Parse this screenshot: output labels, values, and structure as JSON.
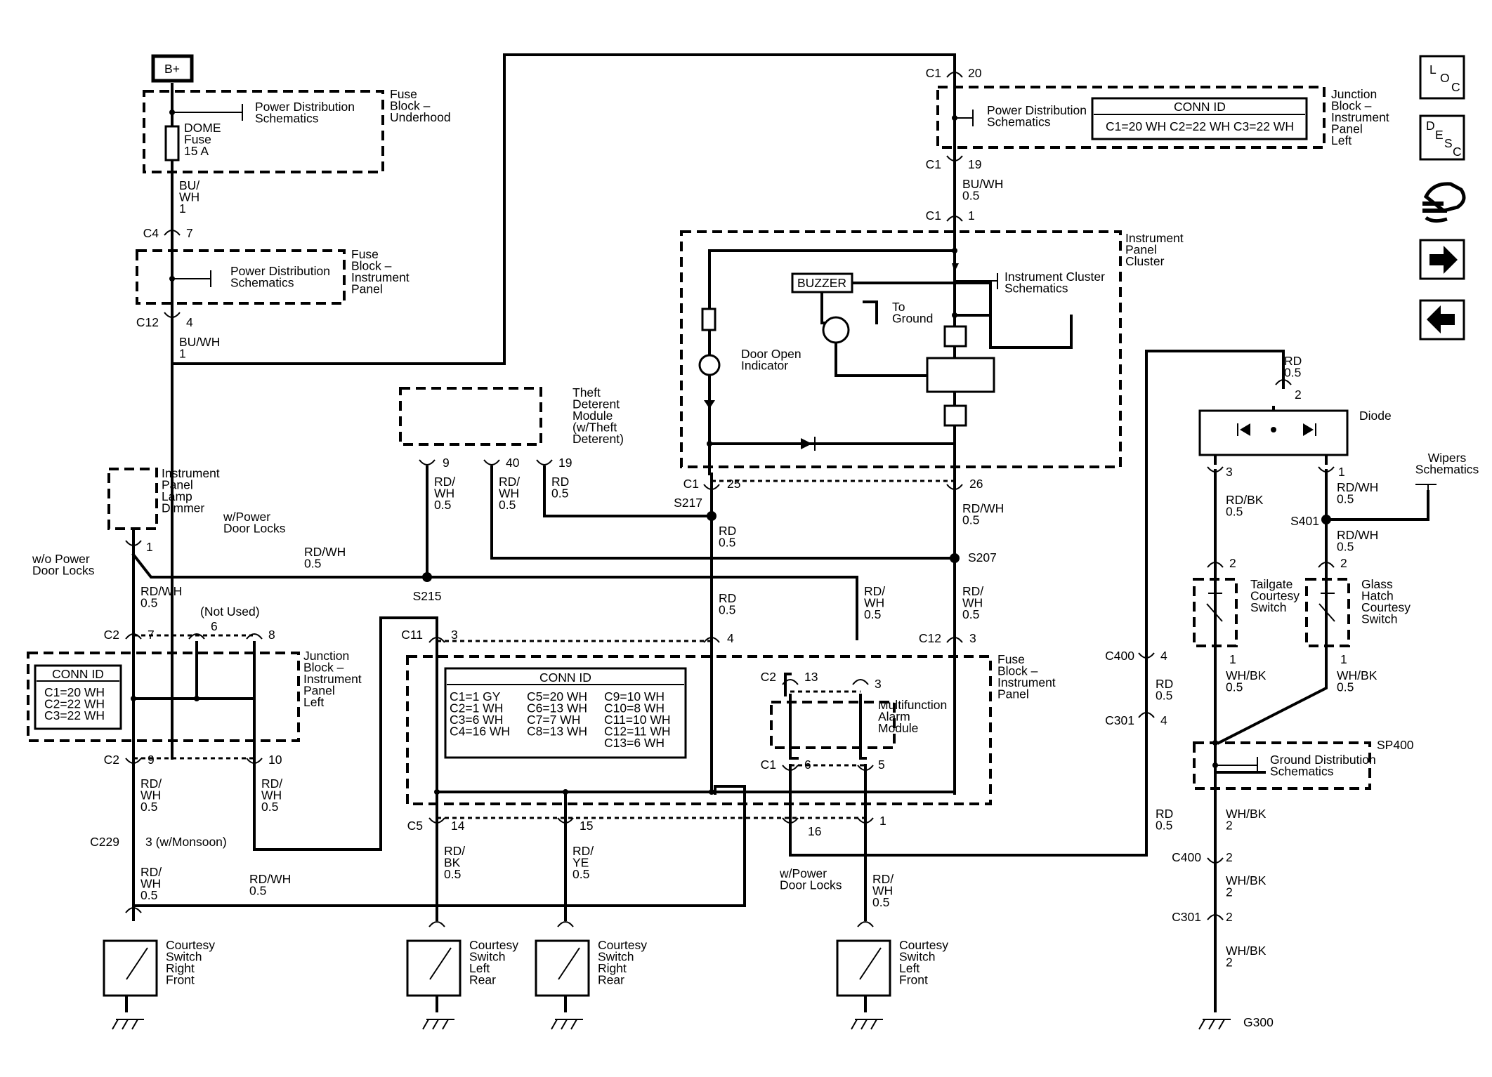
{
  "battery": "B+",
  "fuse_underhood": {
    "title": [
      "Fuse",
      "Block –",
      "Underhood"
    ],
    "link": [
      "Power Distribution",
      "Schematics"
    ],
    "fuse": [
      "DOME",
      "Fuse",
      "15 A"
    ]
  },
  "fuse_ip_top": {
    "title": [
      "Fuse",
      "Block –",
      "Instrument",
      "Panel"
    ],
    "link": [
      "Power Distribution",
      "Schematics"
    ]
  },
  "wires": {
    "w_buwh1": [
      "BU/",
      "WH",
      "1"
    ],
    "w_buwh1b": [
      "BU/WH",
      "1"
    ],
    "w_buwh05": [
      "BU/WH",
      "0.5"
    ],
    "w_rdwh_tdm9": [
      "RD/",
      "WH",
      "0.5"
    ],
    "w_rdwh_tdm40": [
      "RD/",
      "WH",
      "0.5"
    ],
    "w_rd_tdm19": [
      "RD",
      "0.5"
    ],
    "w_rd_s217": [
      "RD",
      "0.5"
    ],
    "w_rdwh_26": [
      "RD/WH",
      "0.5"
    ],
    "w_rdwh_horiz": [
      "RD/WH",
      "0.5"
    ],
    "w_rd_c11_4": [
      "RD",
      "0.5"
    ],
    "w_rdwh_mfa": [
      "RD/",
      "WH",
      "0.5"
    ],
    "w_rdwh_c12": [
      "RD/",
      "WH",
      "0.5"
    ],
    "w_rdwh_dimmer": [
      "RD/WH",
      "0.5"
    ],
    "w_rdwh_c2_9": [
      "RD/",
      "WH",
      "0.5"
    ],
    "w_rdwh_c2_10": [
      "RD/",
      "WH",
      "0.5"
    ],
    "w_rdwh_c229": [
      "RD/",
      "WH",
      "0.5"
    ],
    "w_rdwh_bottom": [
      "RD/WH",
      "0.5"
    ],
    "w_rdbk_c5": [
      "RD/",
      "BK",
      "0.5"
    ],
    "w_rdye_c5": [
      "RD/",
      "YE",
      "0.5"
    ],
    "w_rdwh_c5_1": [
      "RD/",
      "WH",
      "0.5"
    ],
    "w_rd_diode": [
      "RD",
      "0.5"
    ],
    "w_rdbk_diode": [
      "RD/BK",
      "0.5"
    ],
    "w_rdwh_diode1": [
      "RD/WH",
      "0.5"
    ],
    "w_rdwh_s401": [
      "RD/WH",
      "0.5"
    ],
    "w_rd_c400": [
      "RD",
      "0.5"
    ],
    "w_rd_c301": [
      "RD",
      "0.5"
    ],
    "w_whbk_tg": [
      "WH/BK",
      "0.5"
    ],
    "w_whbk_gh": [
      "WH/BK",
      "0.5"
    ],
    "w_whbk_sp400": [
      "WH/BK",
      "2"
    ],
    "w_whbk_c400": [
      "WH/BK",
      "2"
    ],
    "w_whbk_c301": [
      "WH/BK",
      "2"
    ]
  },
  "connectors": {
    "c1_20": [
      "C1",
      "20"
    ],
    "c1_19": [
      "C1",
      "19"
    ],
    "c1_1": [
      "C1",
      "1"
    ],
    "c4_7": [
      "C4",
      "7"
    ],
    "c12_4": [
      "C12",
      "4"
    ],
    "c1_25": [
      "C1",
      "25"
    ],
    "c1_26": [
      "",
      "26"
    ],
    "c2_7": [
      "C2",
      "7"
    ],
    "c2_6": [
      "",
      "6"
    ],
    "c2_8": [
      "",
      "8"
    ],
    "c2_9": [
      "C2",
      "9"
    ],
    "c2_10": [
      "",
      "10"
    ],
    "c229": [
      "C229",
      "3 (w/Monsoon)"
    ],
    "c11_3": [
      "C11",
      "3"
    ],
    "c11_4": [
      "",
      "4"
    ],
    "c12_3": [
      "C12",
      "3"
    ],
    "c2_13": [
      "C2",
      "13"
    ],
    "mfa_3": [
      "",
      "3"
    ],
    "c1_6": [
      "C1",
      "6"
    ],
    "c1_5": [
      "",
      "5"
    ],
    "c5_14": [
      "C5",
      "14"
    ],
    "c5_15": [
      "",
      "15"
    ],
    "c5_16": [
      "",
      "16"
    ],
    "c5_1": [
      "",
      "1"
    ],
    "tdm_9": [
      "",
      "9"
    ],
    "tdm_40": [
      "",
      "40"
    ],
    "tdm_19": [
      "",
      "19"
    ],
    "dimmer_1": [
      "",
      "1"
    ],
    "diode_2": [
      "",
      "2"
    ],
    "diode_3": [
      "",
      "3"
    ],
    "diode_1": [
      "",
      "1"
    ],
    "tg_2": [
      "",
      "2"
    ],
    "tg_1": [
      "",
      "1"
    ],
    "gh_2": [
      "",
      "2"
    ],
    "gh_1": [
      "",
      "1"
    ],
    "c400_4": [
      "C400",
      "4"
    ],
    "c301_4": [
      "C301",
      "4"
    ],
    "c400_2": [
      "C400",
      "2"
    ],
    "c301_2": [
      "C301",
      "2"
    ]
  },
  "splices": [
    "S217",
    "S207",
    "S215",
    "S401",
    "SP400"
  ],
  "junction_block_top": {
    "title": [
      "Junction",
      "Block –",
      "Instrument",
      "Panel",
      "Left"
    ],
    "link": [
      "Power Distribution",
      "Schematics"
    ],
    "conn_id_title": "CONN ID",
    "conn_id": "C1=20 WH   C2=22 WH   C3=22 WH"
  },
  "cluster": {
    "title": [
      "Instrument",
      "Panel",
      "Cluster"
    ],
    "buzzer": "BUZZER",
    "link": [
      "Instrument Cluster",
      "Schematics"
    ],
    "ground": [
      "To",
      "Ground"
    ],
    "indicator": [
      "Door Open",
      "Indicator"
    ]
  },
  "theft_module": [
    "Theft",
    "Deterent",
    "Module",
    "(w/Theft",
    "Deterent)"
  ],
  "dimmer": [
    "Instrument",
    "Panel",
    "Lamp",
    "Dimmer"
  ],
  "notes": {
    "wpdl_1": [
      "w/Power",
      "Door Locks"
    ],
    "wopdl": [
      "w/o Power",
      "Door Locks"
    ],
    "wpdl_2": [
      "w/Power",
      "Door Locks"
    ],
    "not_used": "(Not Used)"
  },
  "junction_block_left": {
    "title": [
      "Junction",
      "Block –",
      "Instrument",
      "Panel",
      "Left"
    ],
    "conn_id_title": "CONN ID",
    "conn_id": [
      "C1=20 WH",
      "C2=22 WH",
      "C3=22 WH"
    ]
  },
  "fuse_ip_main": {
    "title": [
      "Fuse",
      "Block –",
      "Instrument",
      "Panel"
    ],
    "conn_id_title": "CONN ID",
    "conn_id_cols": [
      [
        "C1=1 GY",
        "C2=1 WH",
        "C3=6 WH",
        "C4=16 WH"
      ],
      [
        "C5=20 WH",
        "C6=13 WH",
        "C7=7 WH",
        "C8=13 WH"
      ],
      [
        "C9=10 WH",
        "C10=8 WH",
        "C11=10 WH",
        "C12=11 WH",
        "C13=6 WH"
      ]
    ]
  },
  "mfa_module": [
    "Multifunction",
    "Alarm",
    "Module"
  ],
  "switches": {
    "rf": [
      "Courtesy",
      "Switch",
      "Right",
      "Front"
    ],
    "lr": [
      "Courtesy",
      "Switch",
      "Left",
      "Rear"
    ],
    "rr": [
      "Courtesy",
      "Switch",
      "Right",
      "Rear"
    ],
    "lf": [
      "Courtesy",
      "Switch",
      "Left",
      "Front"
    ],
    "tailgate": [
      "Tailgate",
      "Courtesy",
      "Switch"
    ],
    "glass": [
      "Glass",
      "Hatch",
      "Courtesy",
      "Switch"
    ]
  },
  "diode": "Diode",
  "wipers": [
    "Wipers",
    "Schematics"
  ],
  "ground_dist": [
    "Ground Distribution",
    "Schematics"
  ],
  "ground_g300": "G300",
  "nav": {
    "loc": [
      "L",
      "O",
      "C"
    ],
    "desc": [
      "D",
      "E",
      "S",
      "C"
    ]
  }
}
